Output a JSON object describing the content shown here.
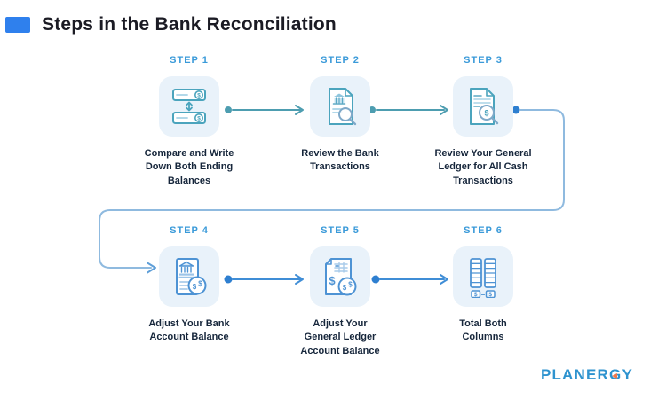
{
  "title": "Steps in the Bank Reconciliation",
  "steps": [
    {
      "label": "STEP 1",
      "caption": "Compare and Write Down Both Ending Balances",
      "icon": "compare-statements-icon"
    },
    {
      "label": "STEP 2",
      "caption": "Review the Bank Transactions",
      "icon": "bank-document-search-icon"
    },
    {
      "label": "STEP 3",
      "caption": "Review Your General Ledger for All Cash Transactions",
      "icon": "ledger-search-icon"
    },
    {
      "label": "STEP 4",
      "caption": "Adjust Your Bank Account Balance",
      "icon": "bank-adjust-icon"
    },
    {
      "label": "STEP 5",
      "caption": "Adjust Your General Ledger Account Balance",
      "icon": "ledger-adjust-icon"
    },
    {
      "label": "STEP 6",
      "caption": "Total Both Columns",
      "icon": "total-columns-icon"
    }
  ],
  "logo": {
    "text": "PLANERGY"
  },
  "colors": {
    "accent_bar": "#2F80ED",
    "step_label": "#3A9AD9",
    "caption_text": "#16263B",
    "tile_background": "#E9F2FA",
    "teal_connector": "#4D9DB0",
    "blue_connector": "#3F8DD6",
    "loop_connector": "#8FBADF",
    "dot_blue": "#2E7FD0",
    "logo_blue": "#2E93CF",
    "logo_accent_orange": "#F2784B"
  }
}
